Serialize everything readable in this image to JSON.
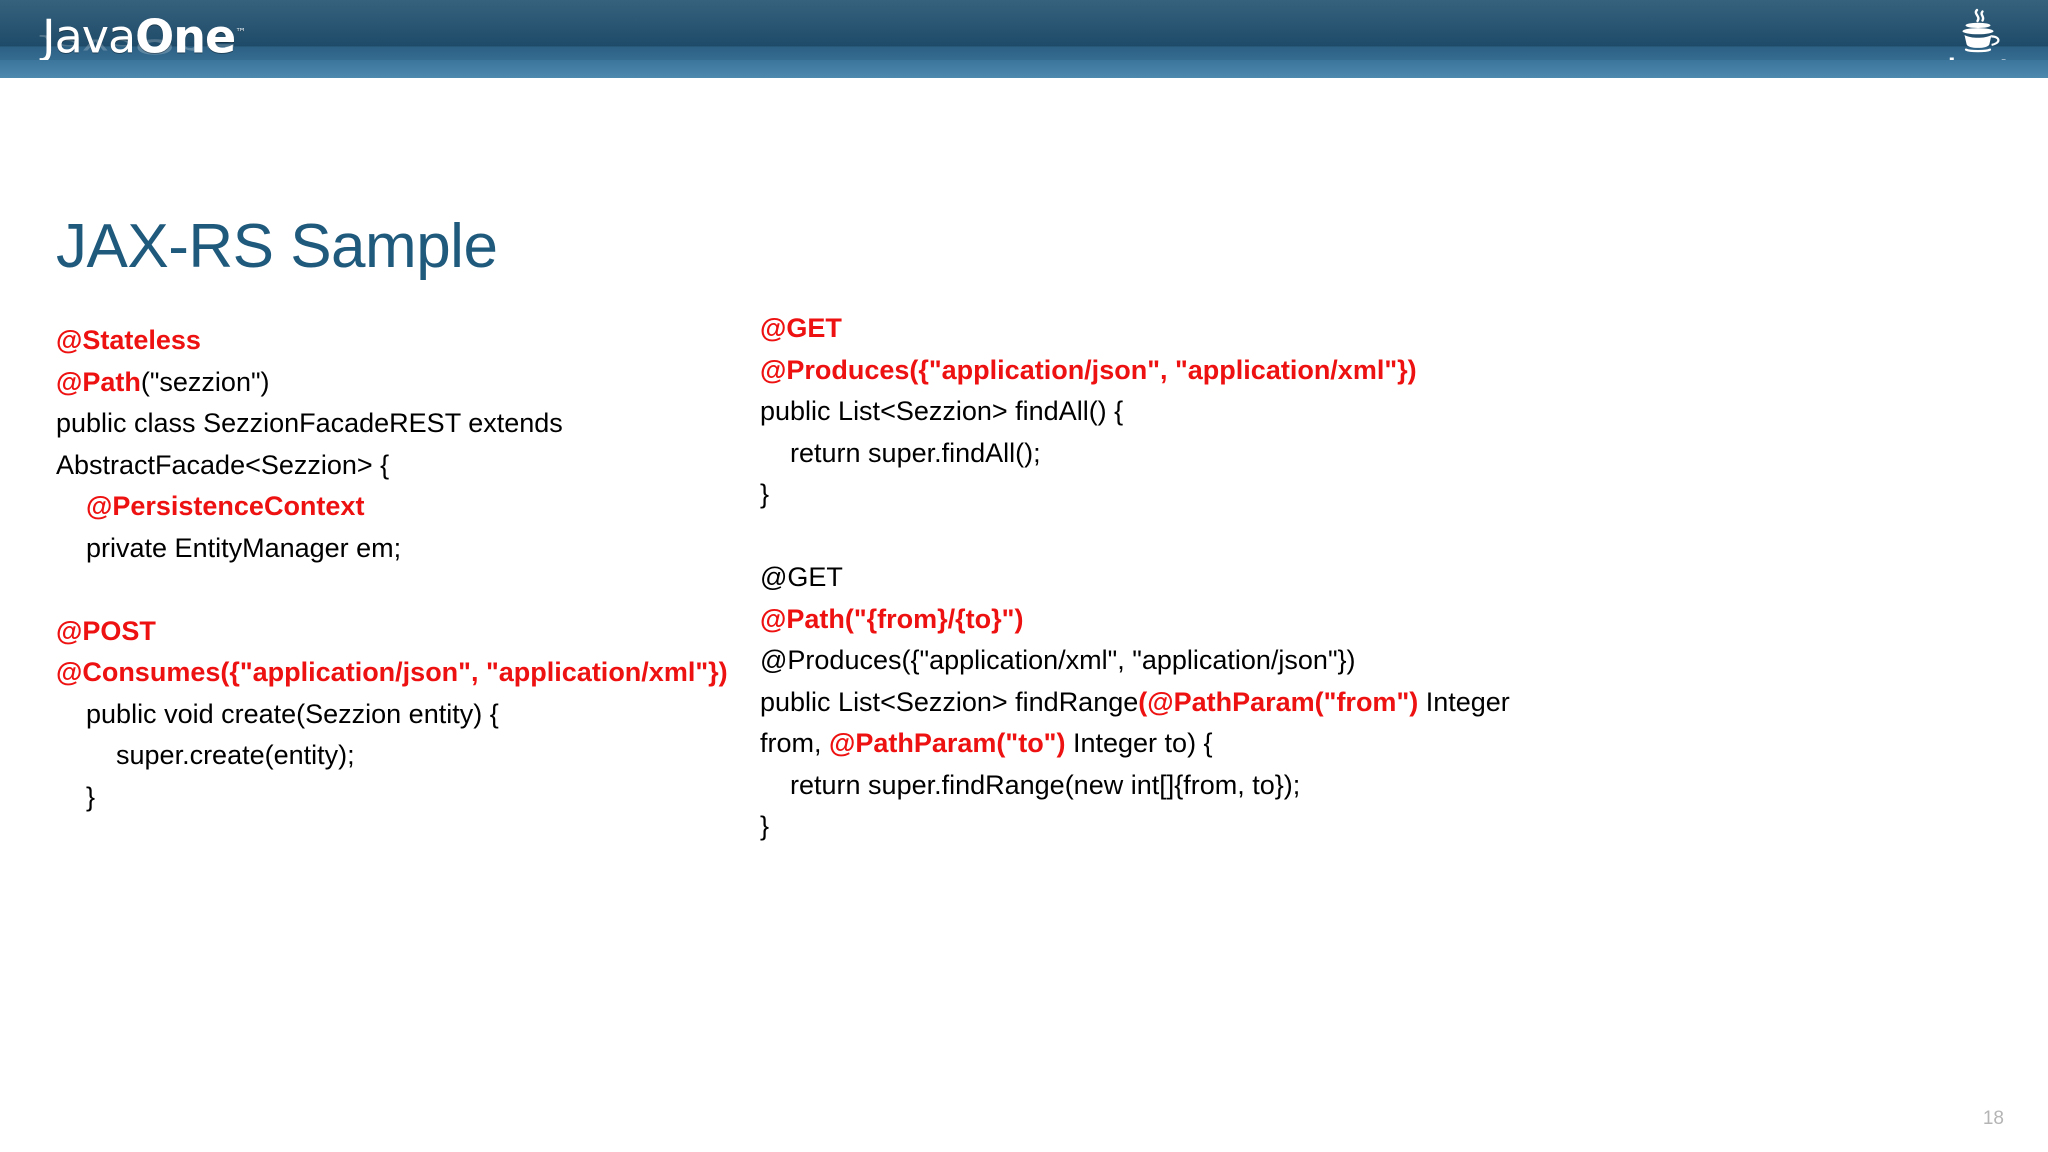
{
  "header": {
    "brand_wordmark_light": "Java",
    "brand_wordmark_bold": "One",
    "brand_tm": "™",
    "java_logo_label": "Java",
    "java_logo_tm": "®",
    "bar_color": "#1f4e6e",
    "band_color": "#4d88ad"
  },
  "slide": {
    "title": "JAX-RS Sample",
    "title_color": "#1f5a7d",
    "page_number": "18",
    "annotation_color": "#ee1111",
    "code_color": "#000000"
  },
  "code": {
    "left_column": [
      {
        "id": "l1",
        "segments": [
          {
            "t": "@Stateless",
            "s": "ann"
          }
        ]
      },
      {
        "id": "l2",
        "segments": [
          {
            "t": "@Path",
            "s": "ann"
          },
          {
            "t": "(\"sezzion\")",
            "s": "plain"
          }
        ]
      },
      {
        "id": "l3",
        "segments": [
          {
            "t": "public class SezzionFacadeREST extends",
            "s": "plain"
          }
        ]
      },
      {
        "id": "l4",
        "segments": [
          {
            "t": "AbstractFacade<Sezzion> {",
            "s": "plain"
          }
        ]
      },
      {
        "id": "l5",
        "segments": [
          {
            "t": "    @PersistenceContext",
            "s": "ann"
          }
        ]
      },
      {
        "id": "l6",
        "segments": [
          {
            "t": "    private EntityManager em;",
            "s": "plain"
          }
        ]
      },
      {
        "id": "l7",
        "segments": [
          {
            "t": "",
            "s": "plain"
          }
        ]
      },
      {
        "id": "l8",
        "segments": [
          {
            "t": "@POST",
            "s": "ann"
          }
        ]
      },
      {
        "id": "l9",
        "segments": [
          {
            "t": "@Consumes({\"application/json\", \"application/xml\"})",
            "s": "ann"
          }
        ]
      },
      {
        "id": "l10",
        "segments": [
          {
            "t": "    public void create(Sezzion entity) {",
            "s": "plain"
          }
        ]
      },
      {
        "id": "l11",
        "segments": [
          {
            "t": "        super.create(entity);",
            "s": "plain"
          }
        ]
      },
      {
        "id": "l12",
        "segments": [
          {
            "t": "    }",
            "s": "plain"
          }
        ]
      }
    ],
    "right_column": [
      {
        "id": "r1",
        "segments": [
          {
            "t": "@GET",
            "s": "ann"
          }
        ]
      },
      {
        "id": "r2",
        "segments": [
          {
            "t": "@Produces({\"application/json\", \"application/xml\"})",
            "s": "ann"
          }
        ]
      },
      {
        "id": "r3",
        "segments": [
          {
            "t": "public List<Sezzion> findAll() {",
            "s": "plain"
          }
        ]
      },
      {
        "id": "r4",
        "segments": [
          {
            "t": "    return super.findAll();",
            "s": "plain"
          }
        ]
      },
      {
        "id": "r5",
        "segments": [
          {
            "t": "}",
            "s": "plain"
          }
        ]
      },
      {
        "id": "r6",
        "segments": [
          {
            "t": "",
            "s": "plain"
          }
        ]
      },
      {
        "id": "r7",
        "segments": [
          {
            "t": "@GET",
            "s": "plain"
          }
        ]
      },
      {
        "id": "r8",
        "segments": [
          {
            "t": "@Path(\"{from}/{to}\")",
            "s": "ann"
          }
        ]
      },
      {
        "id": "r9",
        "segments": [
          {
            "t": "@Produces({\"application/xml\", \"application/json\"})",
            "s": "plain"
          }
        ]
      },
      {
        "id": "r10",
        "segments": [
          {
            "t": "public List<Sezzion> findRange",
            "s": "plain"
          },
          {
            "t": "(@PathParam(\"from\")",
            "s": "ann"
          },
          {
            "t": " Integer from, ",
            "s": "plain"
          },
          {
            "t": "@PathParam(\"to\")",
            "s": "ann"
          },
          {
            "t": " Integer to) {",
            "s": "plain"
          }
        ]
      },
      {
        "id": "r11",
        "segments": [
          {
            "t": "    return super.findRange(new int[]{from, to});",
            "s": "plain"
          }
        ]
      },
      {
        "id": "r12",
        "segments": [
          {
            "t": "}",
            "s": "plain"
          }
        ]
      }
    ]
  }
}
